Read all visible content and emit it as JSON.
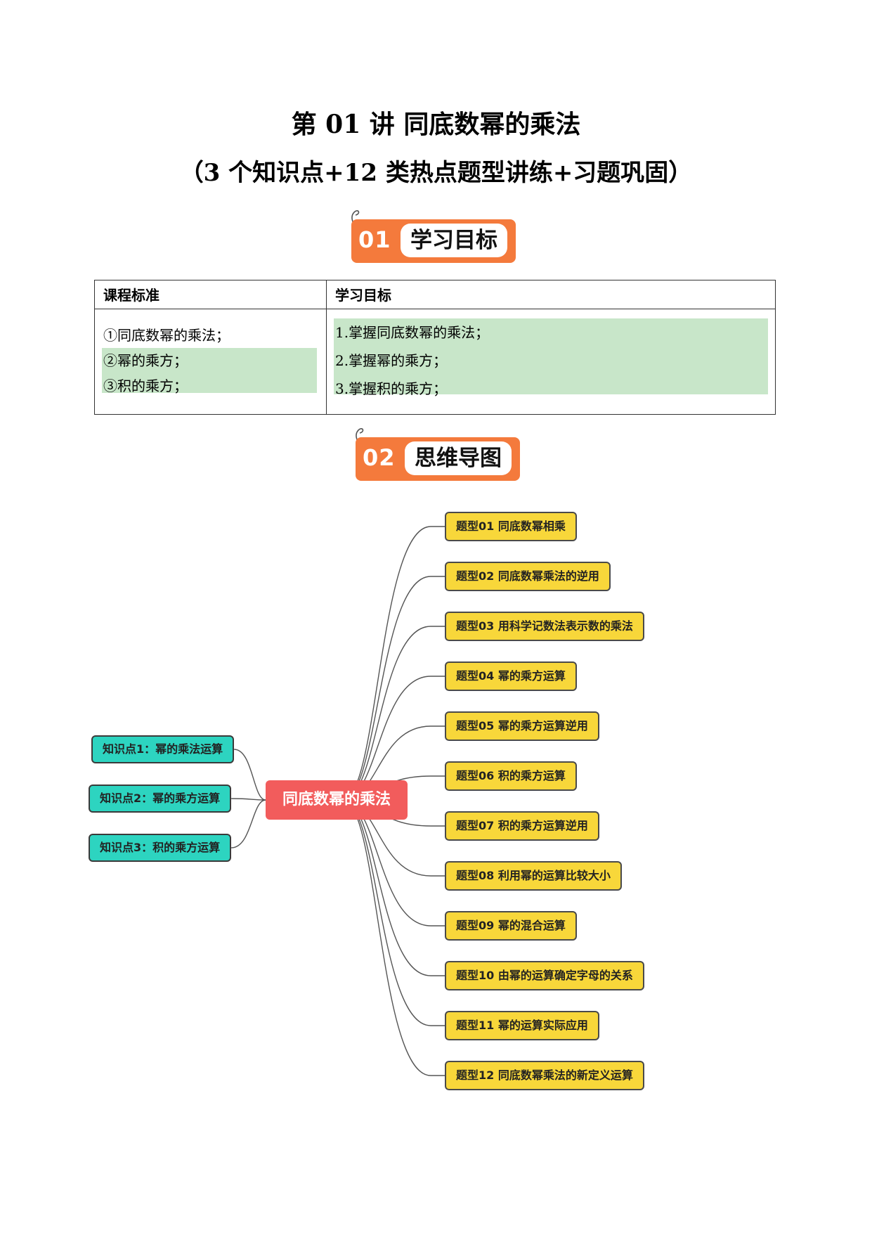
{
  "header": {
    "title": "第 01 讲  同底数幂的乘法",
    "subtitle": "（3 个知识点+12 类热点题型讲练+习题巩固）"
  },
  "section1": {
    "num": "01",
    "label": "学习目标"
  },
  "table": {
    "col1_header": "课程标准",
    "col2_header": "学习目标",
    "col1_items": [
      "①同底数幂的乘法；",
      "②幂的乘方；",
      "③积的乘方；"
    ],
    "col2_items": [
      "1.掌握同底数幂的乘法；",
      "2.掌握幂的乘方；",
      "3.掌握积的乘方；"
    ]
  },
  "section2": {
    "num": "02",
    "label": "思维导图"
  },
  "mindmap": {
    "center": "同底数幂的乘法",
    "knowledge_points": [
      "知识点1：幂的乘法运算",
      "知识点2：幂的乘方运算",
      "知识点3：积的乘方运算"
    ],
    "topics": [
      "题型01  同底数幂相乘",
      "题型02  同底数幂乘法的逆用",
      "题型03  用科学记数法表示数的乘法",
      "题型04  幂的乘方运算",
      "题型05  幂的乘方运算逆用",
      "题型06  积的乘方运算",
      "题型07  积的乘方运算逆用",
      "题型08  利用幂的运算比较大小",
      "题型09  幂的混合运算",
      "题型10  由幂的运算确定字母的关系",
      "题型11  幂的运算实际应用",
      "题型12  同底数幂乘法的新定义运算"
    ],
    "colors": {
      "topic": "#f8d73a",
      "knowledge": "#2dd4c0",
      "center": "#f25c5c",
      "accent": "#f47a3c",
      "highlight": "#c8e6c9"
    }
  }
}
